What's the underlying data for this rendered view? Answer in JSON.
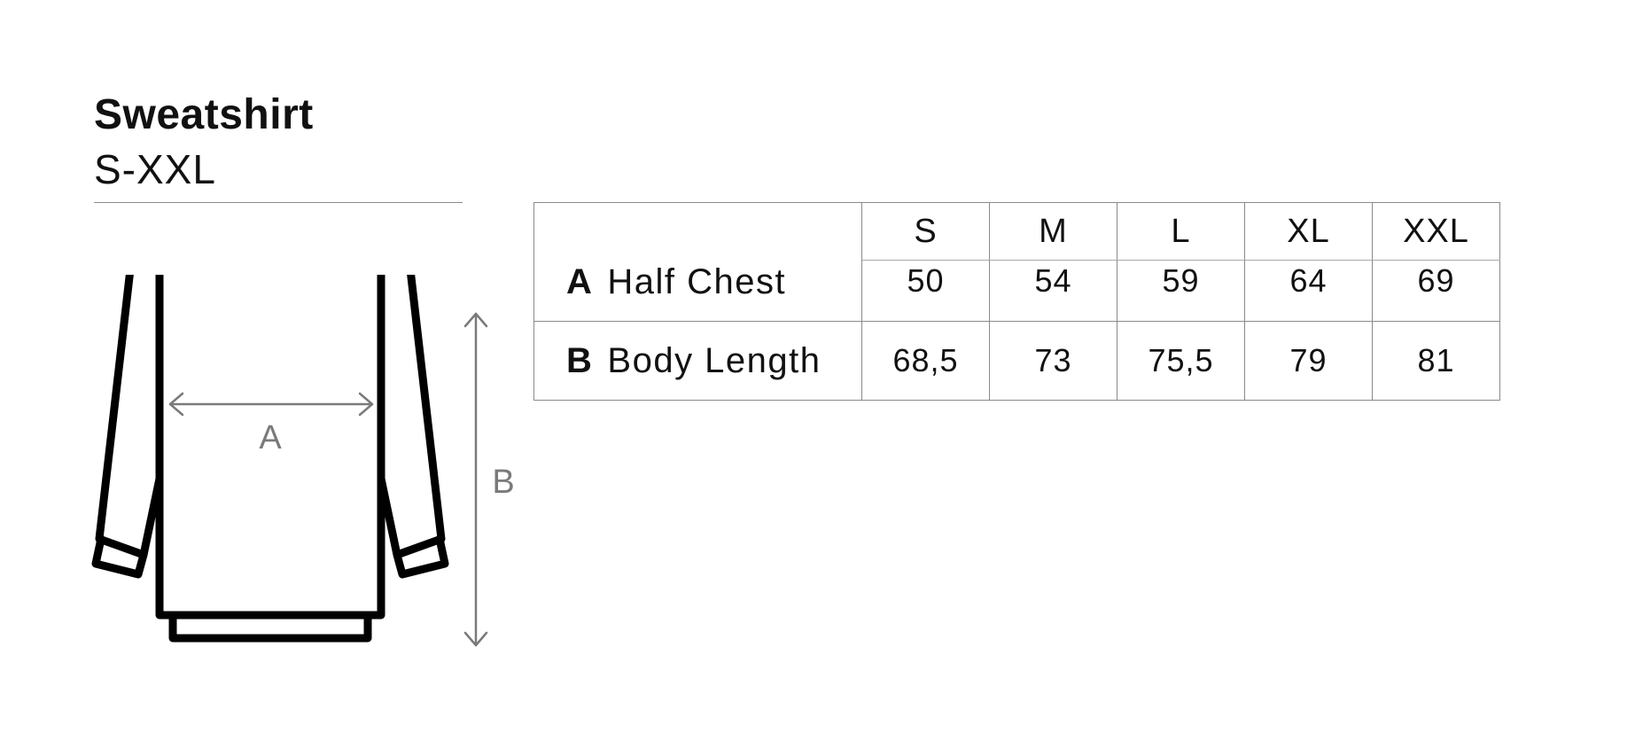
{
  "product": {
    "title": "Sweatshirt",
    "size_range": "S-XXL"
  },
  "diagram": {
    "measure_a_label": "A",
    "measure_b_label": "B",
    "outline_color": "#000000",
    "arrow_color": "#7a7a7a"
  },
  "table": {
    "sizes": [
      "S",
      "M",
      "L",
      "XL",
      "XXL"
    ],
    "rows": [
      {
        "letter": "A",
        "name": "Half Chest",
        "values": [
          "50",
          "54",
          "59",
          "64",
          "69"
        ]
      },
      {
        "letter": "B",
        "name": "Body Length",
        "values": [
          "68,5",
          "73",
          "75,5",
          "79",
          "81"
        ]
      }
    ]
  }
}
